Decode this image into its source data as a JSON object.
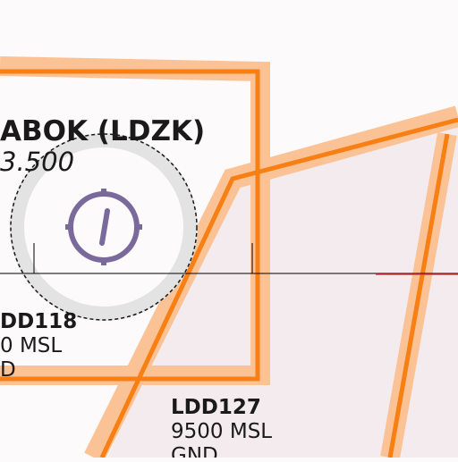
{
  "airport": {
    "name_label": "ABOK (LDZK)",
    "frequency_label": "3.500",
    "symbol_icon": "airfield-circle-icon"
  },
  "airspaces": [
    {
      "id": "ldd118",
      "name": "DD118",
      "ceiling": "0 MSL",
      "floor": "D"
    },
    {
      "id": "ldd127",
      "name": "LDD127",
      "ceiling": "9500 MSL",
      "floor": "GND"
    }
  ],
  "colors": {
    "background": "#fcfafa",
    "restricted_fill": "#f3ebee",
    "airspace_line": "#f77f14",
    "airspace_halo": "#fbc395",
    "airfield_symbol": "#7a6a9b",
    "airfield_halo": "#e3e3e3",
    "crosshair_line": "#000000",
    "route_segment": "#e23b3b",
    "label_text": "#1a1a1a"
  }
}
